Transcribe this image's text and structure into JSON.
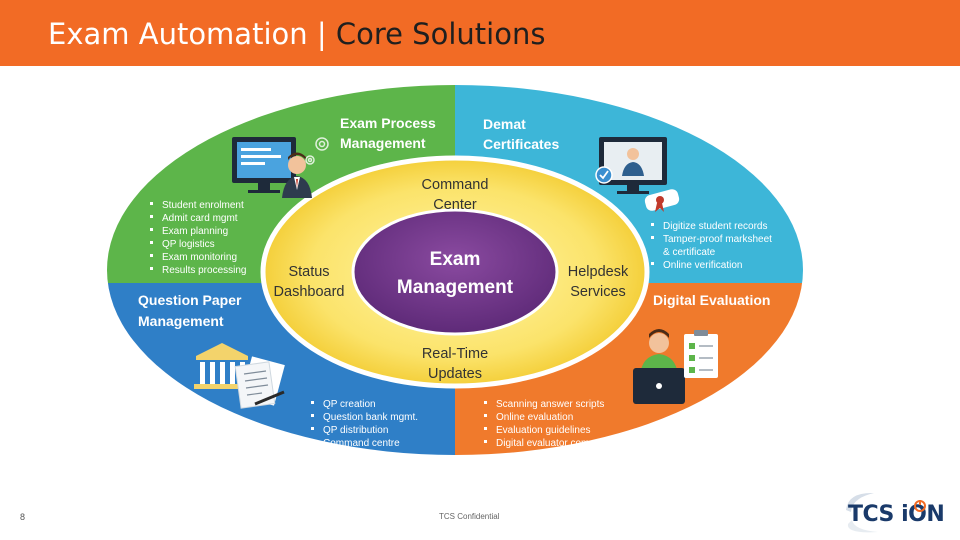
{
  "title": {
    "part1": "Exam Automation | ",
    "part2": "Core Solutions"
  },
  "diagram": {
    "center": {
      "line1": "Exam",
      "line2": "Management"
    },
    "ring": {
      "top": {
        "line1": "Command",
        "line2": "Center"
      },
      "left": {
        "line1": "Status",
        "line2": "Dashboard"
      },
      "right": {
        "line1": "Helpdesk",
        "line2": "Services"
      },
      "bottom": {
        "line1": "Real-Time",
        "line2": "Updates"
      }
    },
    "quadrants": {
      "top_left": {
        "title1": "Exam Process",
        "title2": "Management",
        "color": "#5db54a",
        "items": [
          "Student enrolment",
          "Admit card mgmt",
          "Exam planning",
          "QP logistics",
          "Exam monitoring",
          "Results processing"
        ]
      },
      "top_right": {
        "title1": "Demat",
        "title2": "Certificates",
        "color": "#3db6d8",
        "items": [
          "Digitize student records",
          "Tamper-proof marksheet",
          "& certificate",
          "Online verification"
        ]
      },
      "bottom_left": {
        "title1": "Question Paper",
        "title2": "Management",
        "color": "#2f7fc7",
        "items": [
          "QP creation",
          "Question bank mgmt.",
          "QP distribution",
          "Command centre"
        ]
      },
      "bottom_right": {
        "title1": "Digital Evaluation",
        "color": "#f07a2c",
        "items": [
          "Scanning answer scripts",
          "Online evaluation",
          "Evaluation guidelines",
          "Digital evaluator community"
        ]
      }
    }
  },
  "footer": {
    "slide_number": "8",
    "confidential": "TCS Confidential"
  },
  "logo": {
    "tcs": "TCS ",
    "ion": "iON"
  }
}
